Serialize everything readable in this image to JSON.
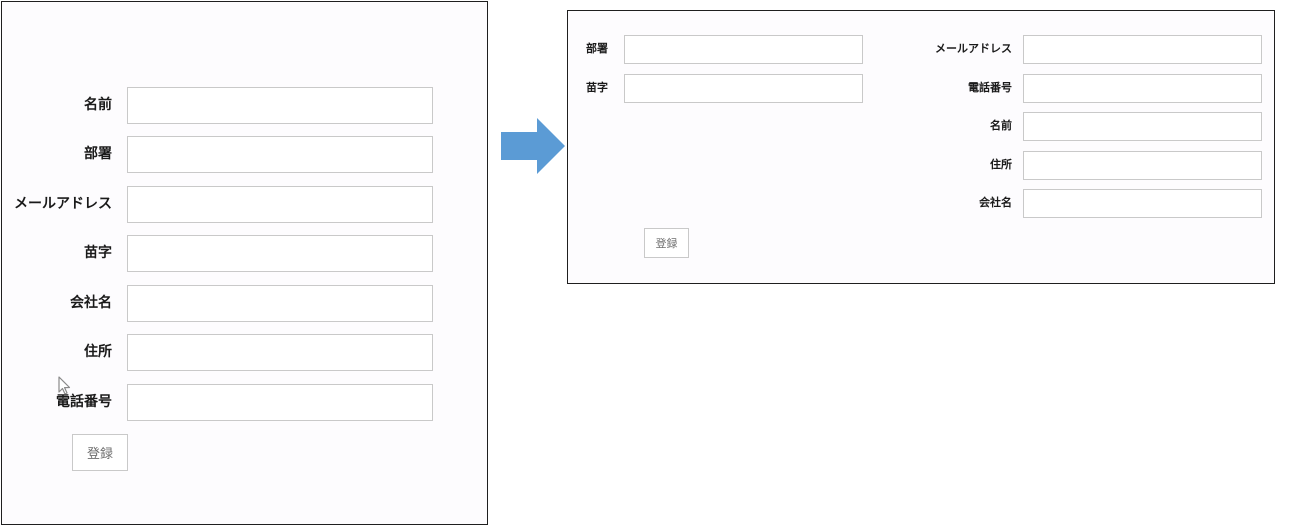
{
  "before_form": {
    "fields": [
      {
        "label": "名前",
        "value": ""
      },
      {
        "label": "部署",
        "value": ""
      },
      {
        "label": "メールアドレス",
        "value": ""
      },
      {
        "label": "苗字",
        "value": ""
      },
      {
        "label": "会社名",
        "value": ""
      },
      {
        "label": "住所",
        "value": ""
      },
      {
        "label": "電話番号",
        "value": ""
      }
    ],
    "submit_label": "登録"
  },
  "after_form": {
    "left_column": [
      {
        "label": "部署",
        "value": ""
      },
      {
        "label": "苗字",
        "value": ""
      }
    ],
    "right_column": [
      {
        "label": "メールアドレス",
        "value": ""
      },
      {
        "label": "電話番号",
        "value": ""
      },
      {
        "label": "名前",
        "value": ""
      },
      {
        "label": "住所",
        "value": ""
      },
      {
        "label": "会社名",
        "value": ""
      }
    ],
    "submit_label": "登録"
  },
  "transition_arrow": {
    "icon": "arrow-right-icon",
    "color": "#5b9bd5"
  },
  "cursor": {
    "icon": "mouse-pointer-icon"
  }
}
